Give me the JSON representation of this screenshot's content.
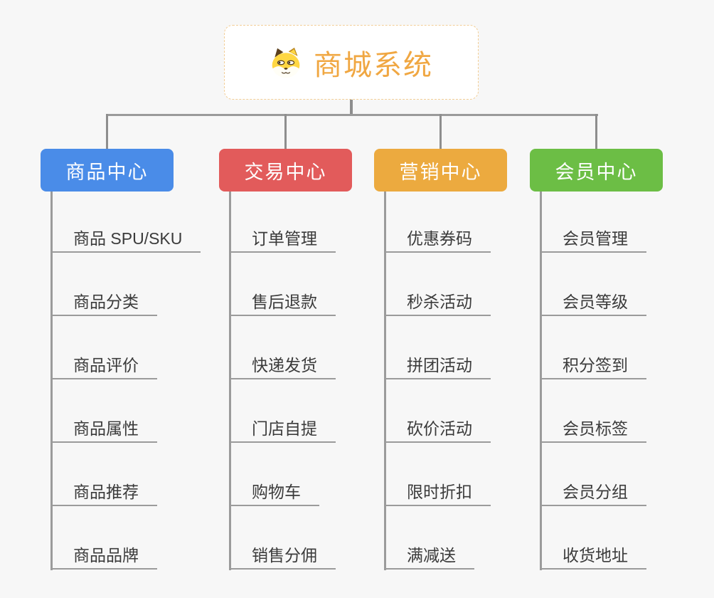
{
  "root": {
    "label": "商城系统",
    "icon": "dog-face-icon",
    "text_color": "#F0A742",
    "border_color": "#F2CD95",
    "background": "#FFFFFF"
  },
  "branches": [
    {
      "label": "商品中心",
      "color": "#4A8CE8",
      "children": [
        "商品 SPU/SKU",
        "商品分类",
        "商品评价",
        "商品属性",
        "商品推荐",
        "商品品牌"
      ]
    },
    {
      "label": "交易中心",
      "color": "#E25B5B",
      "children": [
        "订单管理",
        "售后退款",
        "快递发货",
        "门店自提",
        "购物车",
        "销售分佣"
      ]
    },
    {
      "label": "营销中心",
      "color": "#ECAA3F",
      "children": [
        "优惠券码",
        "秒杀活动",
        "拼团活动",
        "砍价活动",
        "限时折扣",
        "满减送"
      ]
    },
    {
      "label": "会员中心",
      "color": "#6CBE45",
      "children": [
        "会员管理",
        "会员等级",
        "积分签到",
        "会员标签",
        "会员分组",
        "收货地址"
      ]
    }
  ],
  "colors": {
    "background": "#F7F7F7",
    "connector": "#8E8E8E",
    "child_text": "#3B3B3B",
    "child_line": "#9B9B9B",
    "branch_text": "#FFFFFF"
  }
}
